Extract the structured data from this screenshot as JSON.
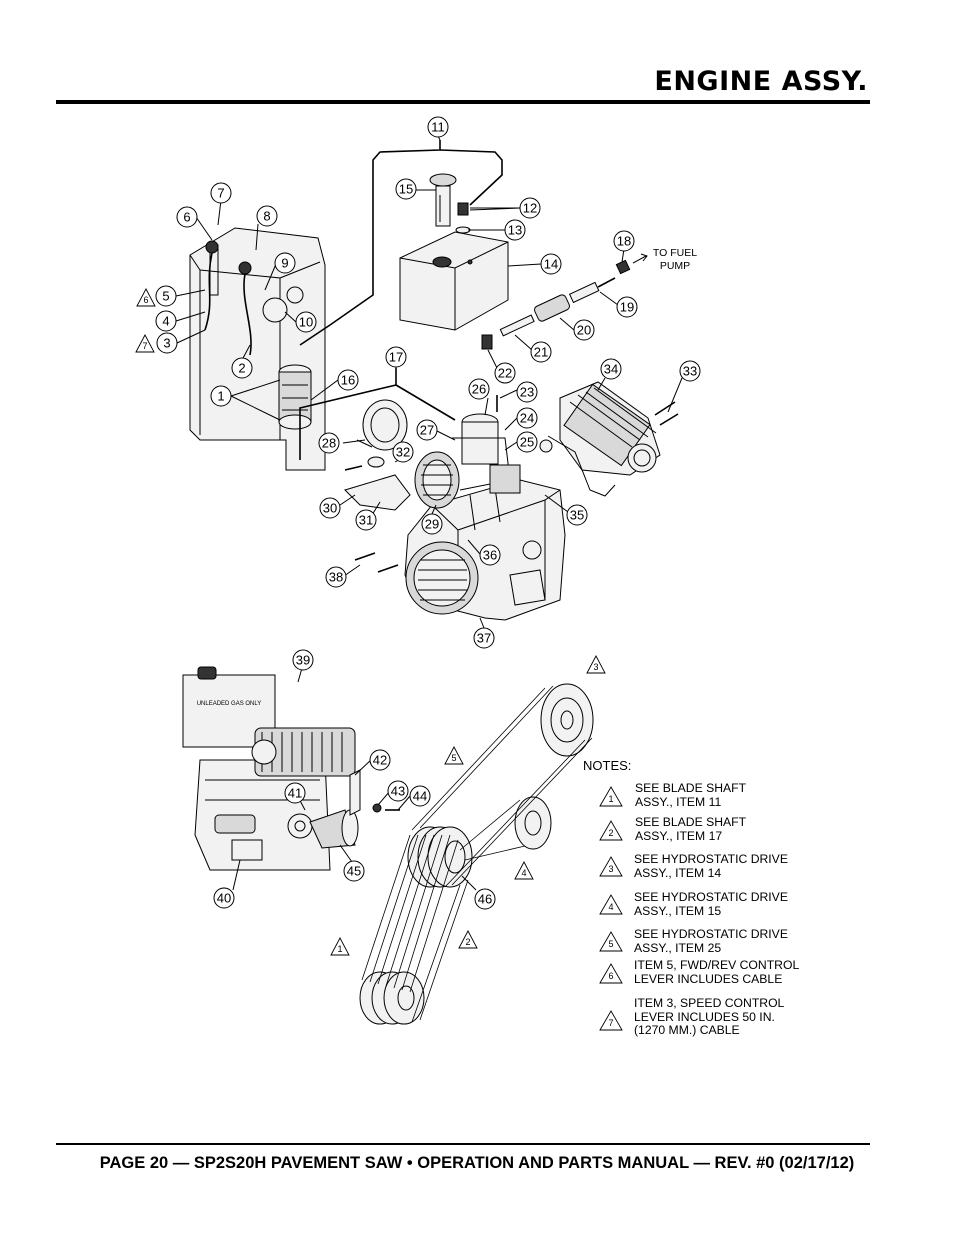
{
  "header": {
    "title": "ENGINE ASSY."
  },
  "footer": {
    "text": "PAGE 20 — SP2S20H PAVEMENT SAW • OPERATION AND PARTS MANUAL — REV. #0 (02/17/12)"
  },
  "callouts": [
    "1",
    "2",
    "3",
    "4",
    "5",
    "6",
    "7",
    "8",
    "9",
    "10",
    "11",
    "12",
    "13",
    "14",
    "15",
    "16",
    "17",
    "18",
    "19",
    "20",
    "21",
    "22",
    "23",
    "24",
    "25",
    "26",
    "27",
    "28",
    "29",
    "30",
    "31",
    "32",
    "33",
    "34",
    "35",
    "36",
    "37",
    "38",
    "39",
    "40",
    "41",
    "42",
    "43",
    "44",
    "45",
    "46"
  ],
  "to_fuel_pump": {
    "line1": "TO FUEL",
    "line2": "PUMP"
  },
  "fuel_tank_decal": "UNLEADED GAS ONLY",
  "notes": {
    "heading": "NOTES:",
    "items": [
      {
        "num": "1",
        "line1": "SEE BLADE SHAFT",
        "line2": "ASSY., ITEM 11",
        "line3": ""
      },
      {
        "num": "2",
        "line1": "SEE BLADE SHAFT",
        "line2": "ASSY., ITEM 17",
        "line3": ""
      },
      {
        "num": "3",
        "line1": "SEE HYDROSTATIC DRIVE",
        "line2": "ASSY., ITEM 14",
        "line3": ""
      },
      {
        "num": "4",
        "line1": "SEE HYDROSTATIC DRIVE",
        "line2": "ASSY., ITEM 15",
        "line3": ""
      },
      {
        "num": "5",
        "line1": "SEE HYDROSTATIC DRIVE",
        "line2": "ASSY., ITEM 25",
        "line3": ""
      },
      {
        "num": "6",
        "line1": "ITEM 5, FWD/REV CONTROL",
        "line2": "LEVER INCLUDES CABLE",
        "line3": ""
      },
      {
        "num": "7",
        "line1": "ITEM 3, SPEED CONTROL",
        "line2": "LEVER INCLUDES 50 IN.",
        "line3": "(1270 MM.) CABLE"
      }
    ]
  },
  "diagram_triangles": [
    "1",
    "2",
    "3",
    "4",
    "5",
    "6",
    "7"
  ]
}
